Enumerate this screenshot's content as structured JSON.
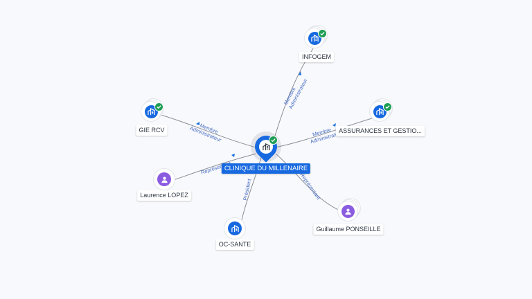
{
  "center": {
    "label": "CLINIQUE DU MILLENAIRE",
    "icon": "building-icon",
    "verified": true
  },
  "nodes": [
    {
      "id": "infogem",
      "label": "INFOGEM",
      "kind": "company",
      "icon": "building-icon",
      "verified": true
    },
    {
      "id": "gie-rcv",
      "label": "GIE RCV",
      "kind": "company",
      "icon": "building-icon",
      "verified": true
    },
    {
      "id": "assurances",
      "label": "ASSURANCES ET GESTIO...",
      "kind": "company",
      "icon": "building-icon",
      "verified": true
    },
    {
      "id": "laurence",
      "label": "Laurence LOPEZ",
      "kind": "person",
      "icon": "person-icon",
      "verified": false
    },
    {
      "id": "guillaume",
      "label": "Guillaume PONSEILLE",
      "kind": "person",
      "icon": "person-icon",
      "verified": false
    },
    {
      "id": "oc-sante",
      "label": "OC-SANTE",
      "kind": "company",
      "icon": "building-icon",
      "verified": false
    }
  ],
  "edges": [
    {
      "to": "infogem",
      "lines": [
        "Membre",
        "Administrateur"
      ]
    },
    {
      "to": "gie-rcv",
      "lines": [
        "Membre",
        "Administrateur"
      ]
    },
    {
      "to": "assurances",
      "lines": [
        "Membre",
        "Administrateur"
      ]
    },
    {
      "to": "laurence",
      "lines": [
        "Représentant"
      ]
    },
    {
      "to": "guillaume",
      "lines": [
        "Représentant"
      ]
    },
    {
      "to": "oc-sante",
      "lines": [
        "Président"
      ]
    }
  ],
  "colors": {
    "company": "#1769e0",
    "person": "#8a5ce0",
    "verified": "#1f9e55",
    "edge_label": "#4a6fc2"
  }
}
